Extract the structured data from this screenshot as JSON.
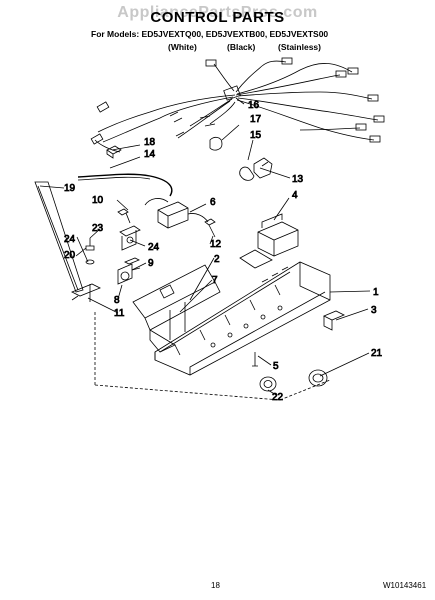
{
  "watermark": "AppliancePartsPros.com",
  "title": "CONTROL PARTS",
  "models_line": "For Models: ED5JVEXTQ00, ED5JVEXTB00, ED5JVEXTS00",
  "finishes": [
    "(White)",
    "(Black)",
    "(Stainless)"
  ],
  "page_number": "18",
  "doc_code": "W10143461",
  "callouts": [
    "1",
    "2",
    "3",
    "4",
    "5",
    "6",
    "7",
    "8",
    "9",
    "10",
    "11",
    "12",
    "13",
    "14",
    "15",
    "16",
    "17",
    "18",
    "19",
    "20",
    "21",
    "22",
    "23",
    "24",
    "24"
  ]
}
